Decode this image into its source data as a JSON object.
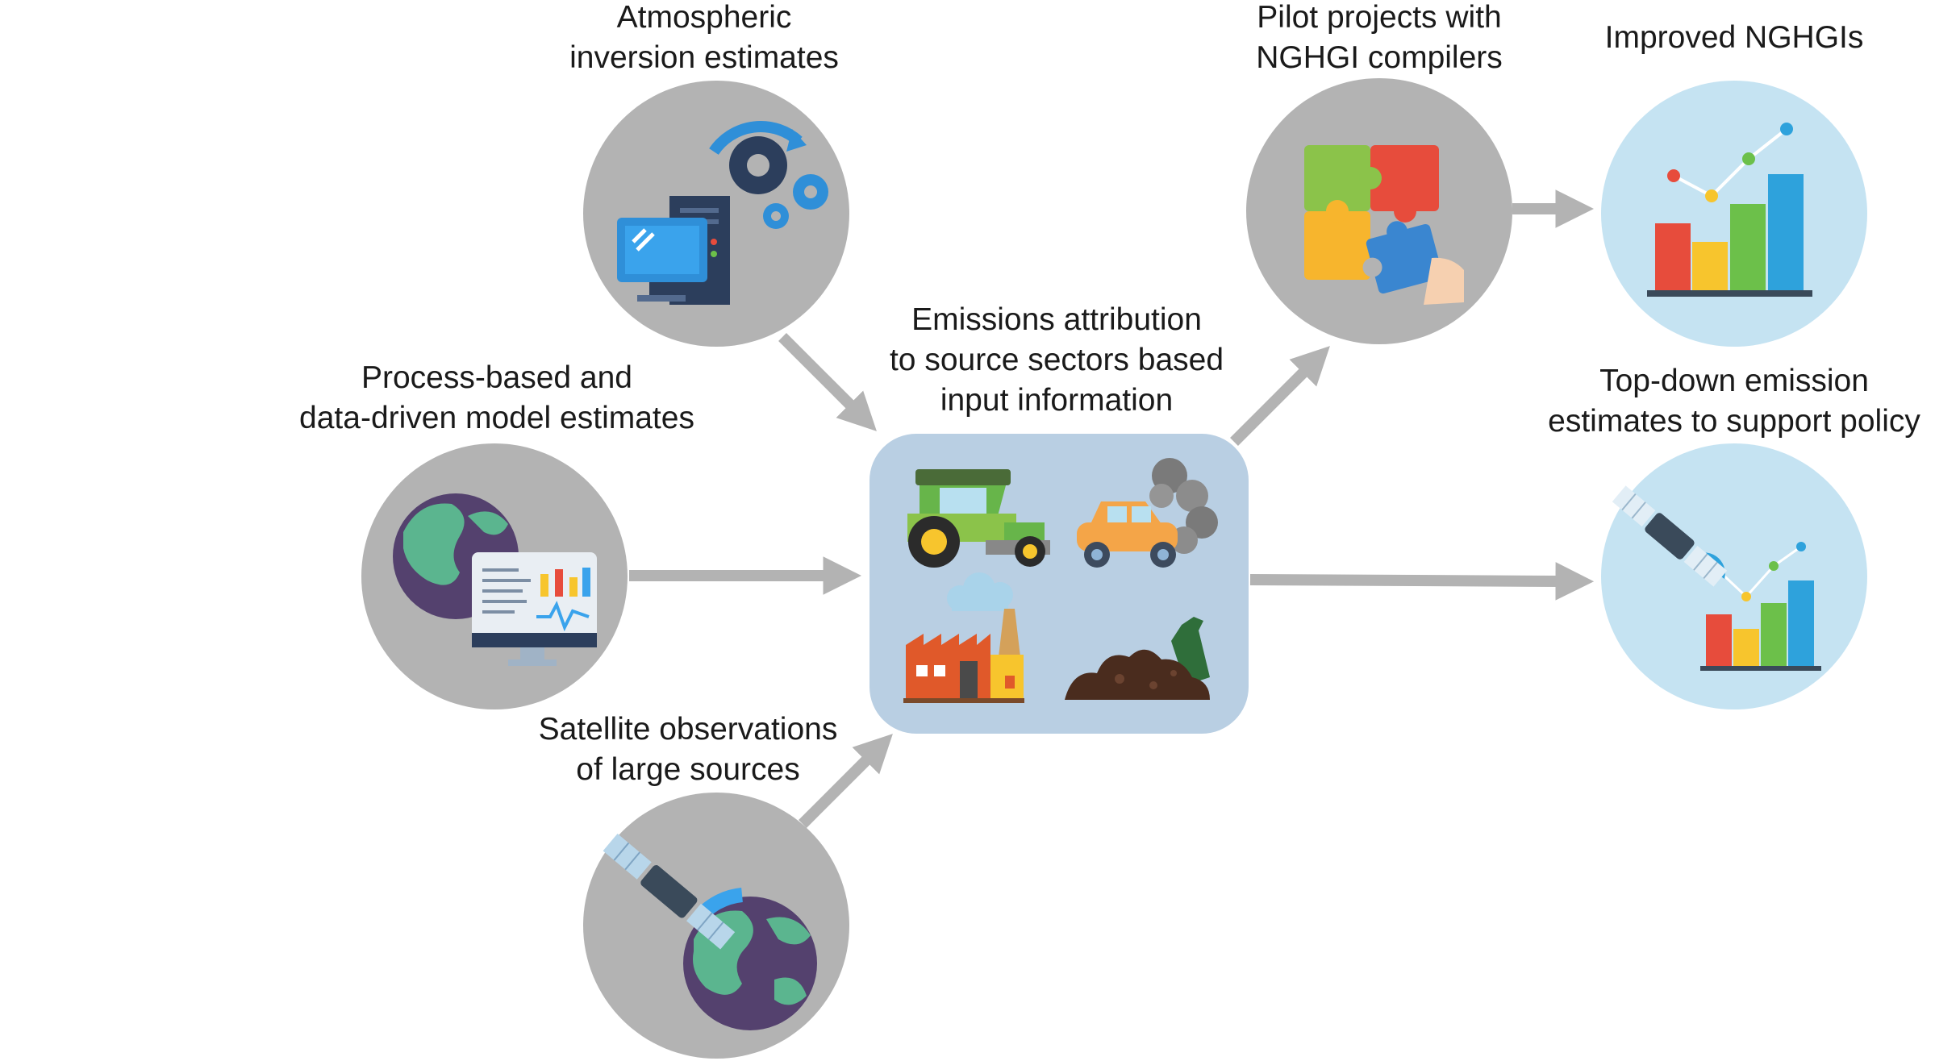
{
  "inputs": {
    "atmospheric": {
      "line1": "Atmospheric",
      "line2": "inversion estimates",
      "icon": "computer-gears-icon"
    },
    "process_based": {
      "line1": "Process-based and",
      "line2": "data-driven model estimates",
      "icon": "globe-monitor-icon"
    },
    "satellite": {
      "line1": "Satellite observations",
      "line2": "of large sources",
      "icon": "satellite-earth-icon"
    }
  },
  "center": {
    "line1": "Emissions attribution",
    "line2": "to source sectors based",
    "line3": "input information",
    "sectors": [
      "tractor-icon",
      "car-exhaust-icon",
      "factory-icon",
      "soil-bottle-icon"
    ]
  },
  "outputs": {
    "pilot": {
      "line1": "Pilot projects with",
      "line2": "NGHGI compilers",
      "icon": "puzzle-icon"
    },
    "improved": {
      "line1": "Improved NGHGIs",
      "icon": "bar-chart-icon"
    },
    "topdown": {
      "line1": "Top-down emission",
      "line2": "estimates to support policy",
      "icon": "satellite-chart-icon"
    }
  },
  "colors": {
    "node_gray": "#b3b3b3",
    "output_blue": "#c5e3f2",
    "center_box": "#b9cfe3",
    "arrow": "#b3b3b3"
  }
}
